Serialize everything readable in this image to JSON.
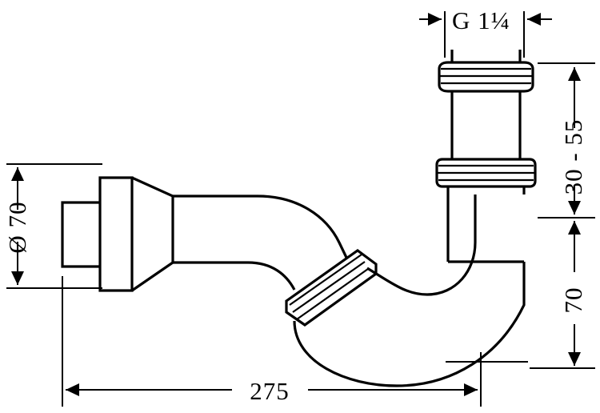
{
  "drawing": {
    "title": "P-trap siphon technical dimension drawing",
    "line_color": "#000000",
    "background_color": "#ffffff",
    "dimensions": {
      "thread_size": {
        "label": "G 1¼",
        "name": "top-thread-dimension",
        "orientation": "horizontal",
        "position": "top"
      },
      "adjustable_height": {
        "label": "30 - 55",
        "name": "adjustable-height-dimension",
        "orientation": "vertical-rotated",
        "position": "right-upper"
      },
      "trap_depth": {
        "label": "70",
        "name": "trap-depth-dimension",
        "orientation": "vertical-rotated",
        "position": "right-lower"
      },
      "wall_flange_diameter": {
        "label": "Ø 70",
        "name": "flange-diameter-dimension",
        "orientation": "vertical-rotated",
        "position": "left"
      },
      "overall_length": {
        "label": "275",
        "name": "overall-length-dimension",
        "orientation": "horizontal",
        "position": "bottom"
      }
    },
    "components": [
      {
        "name": "wall-outlet-stub",
        "description": "rectangular wall pipe stub"
      },
      {
        "name": "wall-escutcheon-flange",
        "description": "conical wall cover flange"
      },
      {
        "name": "horizontal-inlet-pipe",
        "description": "horizontal pipe section"
      },
      {
        "name": "curved-elbow-pipe",
        "description": "S-curve bend section"
      },
      {
        "name": "angled-coupling-nut",
        "description": "ribbed angled union nut"
      },
      {
        "name": "u-bend-trap",
        "description": "U-shaped water trap bend"
      },
      {
        "name": "lower-vertical-pipe",
        "description": "lower vertical riser pipe"
      },
      {
        "name": "lower-coupling-nut",
        "description": "ribbed lower union nut"
      },
      {
        "name": "upper-vertical-pipe",
        "description": "upper vertical riser pipe"
      },
      {
        "name": "upper-coupling-nut",
        "description": "ribbed top union nut"
      }
    ]
  }
}
